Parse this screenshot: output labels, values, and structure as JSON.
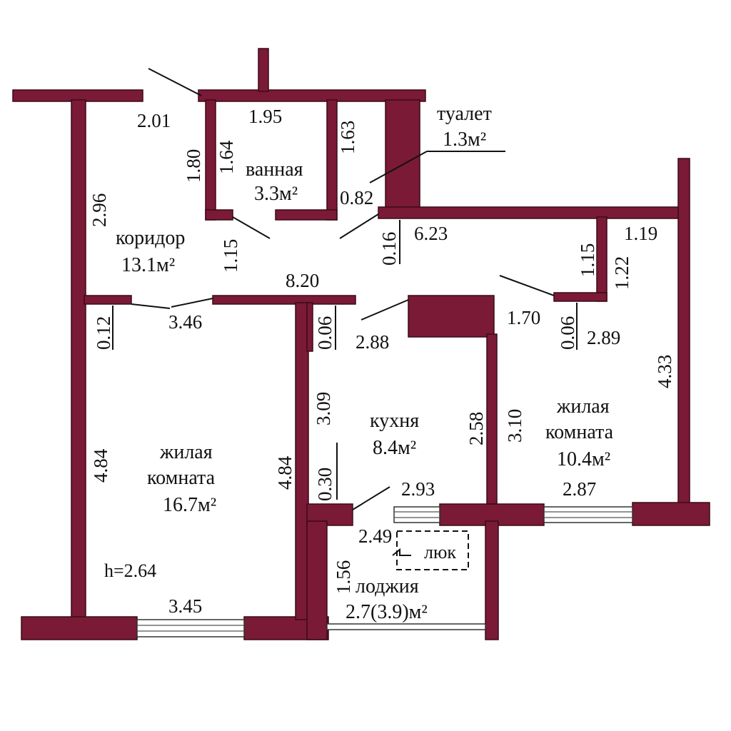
{
  "colors": {
    "wall": "#7a1a36",
    "wall_edge": "#3a0a18",
    "text": "#111111",
    "background": "#ffffff"
  },
  "rooms": {
    "bathroom": {
      "name": "ванная",
      "area": "3.3м²"
    },
    "toilet": {
      "name": "туалет",
      "area": "1.3м²"
    },
    "corridor": {
      "name": "коридор",
      "area": "13.1м²"
    },
    "living_left": {
      "name_line1": "жилая",
      "name_line2": "комната",
      "area": "16.7м²"
    },
    "kitchen": {
      "name": "кухня",
      "area": "8.4м²"
    },
    "living_right": {
      "name_line1": "жилая",
      "name_line2": "комната",
      "area": "10.4м²"
    },
    "loggia": {
      "name": "лоджия",
      "area": "2.7(3.9)м²"
    }
  },
  "hatch_label": "люк",
  "ceiling_height": "h=2.64",
  "dimensions": {
    "d201": "2.01",
    "d195": "1.95",
    "d163": "1.63",
    "d180": "1.80",
    "d164": "1.64",
    "d082": "0.82",
    "d296": "2.96",
    "d115a": "1.15",
    "d016": "0.16",
    "d623": "6.23",
    "d115b": "1.15",
    "d119": "1.19",
    "d122": "1.22",
    "d820": "8.20",
    "d346": "3.46",
    "d012": "0.12",
    "d006a": "0.06",
    "d288": "2.88",
    "d170": "1.70",
    "d006b": "0.06",
    "d289": "2.89",
    "d433": "4.33",
    "d309": "3.09",
    "d258": "2.58",
    "d310": "3.10",
    "d484a": "4.84",
    "d484b": "4.84",
    "d030": "0.30",
    "d293": "2.93",
    "d287": "2.87",
    "d249": "2.49",
    "d156": "1.56",
    "d345": "3.45"
  }
}
